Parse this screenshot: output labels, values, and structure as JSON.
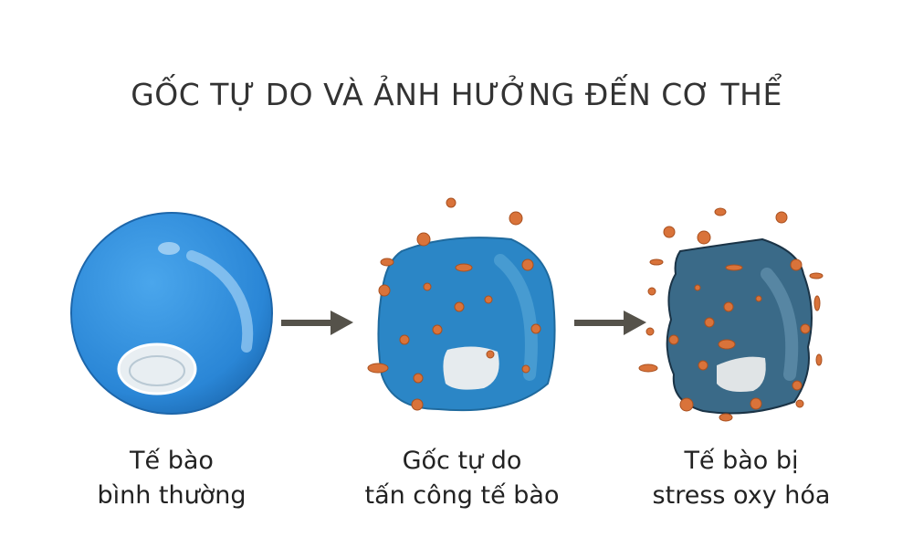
{
  "title": "GỐC TỰ DO VÀ ẢNH HƯỞNG ĐẾN CƠ THỂ",
  "stages": [
    {
      "line1": "Tế bào",
      "line2": "bình thường"
    },
    {
      "line1": "Gốc tự do",
      "line2": "tấn công tế bào"
    },
    {
      "line1": "Tế bào bị",
      "line2": "stress oxy hóa"
    }
  ],
  "colors": {
    "healthy": "#2f8fdc",
    "attacked": "#2b86c6",
    "stressed": "#3a6a88",
    "radical": "#d9733a",
    "arrow": "#55524a",
    "text": "#222222"
  }
}
